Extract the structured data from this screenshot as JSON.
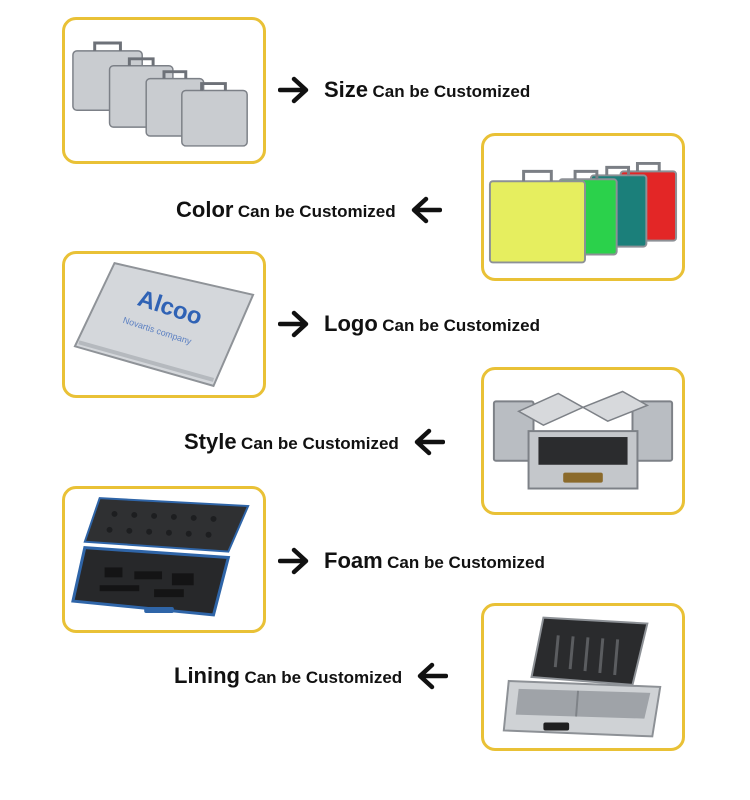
{
  "features": [
    {
      "key": "size",
      "title": "Size",
      "suffix": "Can be Customized"
    },
    {
      "key": "color",
      "title": "Color",
      "suffix": "Can be Customized"
    },
    {
      "key": "logo",
      "title": "Logo",
      "suffix": "Can be Customized",
      "logo_text": "Alcoo",
      "logo_sub": "Novartis company"
    },
    {
      "key": "style",
      "title": "Style",
      "suffix": "Can be Customized"
    },
    {
      "key": "foam",
      "title": "Foam",
      "suffix": "Can be Customized"
    },
    {
      "key": "lining",
      "title": "Lining",
      "suffix": "Can be Customized"
    }
  ],
  "colors": {
    "frame": "#e9c136",
    "text": "#111111"
  },
  "icons": {
    "right": "arrow-right-icon",
    "left": "arrow-left-icon"
  }
}
